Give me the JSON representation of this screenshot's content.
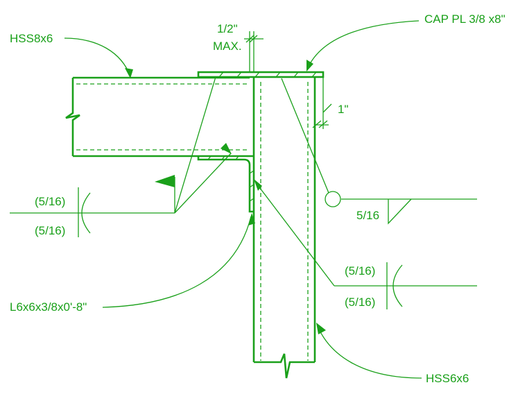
{
  "labels": {
    "beam": "HSS8x6",
    "cap_plate": "CAP PL 3/8 x8\"",
    "gap_value": "1/2\"",
    "gap_max": "MAX.",
    "one_inch": "1\"",
    "angle": "L6x6x3/8x0'-8\"",
    "column": "HSS6x6"
  },
  "welds": {
    "left_top": "(5/16)",
    "left_bottom": "(5/16)",
    "right_upper": "5/16",
    "right_lower_top": "(5/16)",
    "right_lower_bottom": "(5/16)"
  },
  "colors": {
    "line": "#1aa01a",
    "background": "#ffffff"
  }
}
